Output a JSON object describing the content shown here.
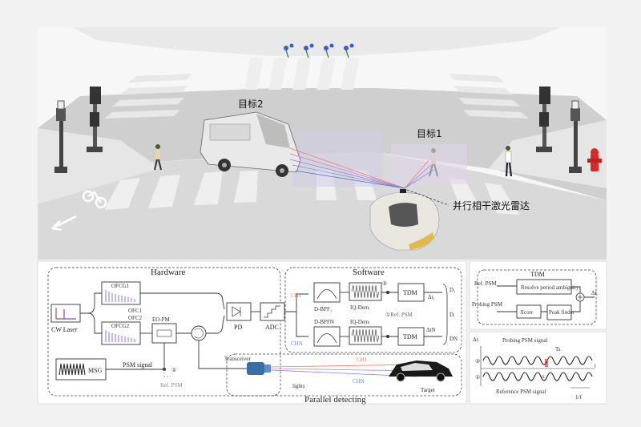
{
  "scene": {
    "target2_label": "目标2",
    "target1_label": "目标1",
    "lidar_label": "并行相干激光雷达"
  },
  "hardware": {
    "title": "Hardware",
    "cw_laser": "CW Laser",
    "ofcg1": "OFCG1",
    "ofcg2": "OFCG2",
    "ofc1": "OFC1",
    "ofc2": "OFC2",
    "eopm": "EO-PM",
    "msg": "MSG",
    "psm_signal": "PSM signal",
    "ref_psm": "Ref. PSM",
    "circle_one": "①",
    "pd": "PD",
    "adc": "ADC",
    "transceiver": "Transceiver"
  },
  "software": {
    "title": "Software",
    "ch1": "CH1",
    "chn": "CHN",
    "dbpf1": "D-BPF₁",
    "dbpfn": "D-BPFN",
    "iq1": "IQ-Dem.",
    "iqn": "IQ-Dem.",
    "circle_two": "②",
    "ref_psm": "①Ref. PSM",
    "tdm1": "TDM",
    "tdmn": "TDM",
    "dt1": "Δt₁",
    "dtn": "ΔtN",
    "d1": "D₁",
    "di": "Dᵢ",
    "dn": "DN"
  },
  "detect": {
    "title": "Parallel detecting",
    "lights": "lights",
    "target": "Target",
    "ch1": "CH1",
    "chn": "CHN"
  },
  "tdm_panel": {
    "title": "TDM",
    "ref_psm": "Ref. PSM",
    "probing_psm": "Probing PSM",
    "resolve": "Resolve period ambiguity",
    "xcorr": "Xcorr",
    "peak": "Peak finder",
    "dti": "Δtᵢ"
  },
  "psm_panel": {
    "dti": "Δtᵢ",
    "probing_label": "Probing PSM signal",
    "ts": "Ts",
    "pi": "π",
    "t": "t",
    "circle_two": "②",
    "circle_one": "①",
    "reference_label": "Reference PSM signal",
    "period": "1/f"
  },
  "colors": {
    "ch1": "#e8806a",
    "chn": "#6a8ed8",
    "accent_red": "#d22"
  }
}
